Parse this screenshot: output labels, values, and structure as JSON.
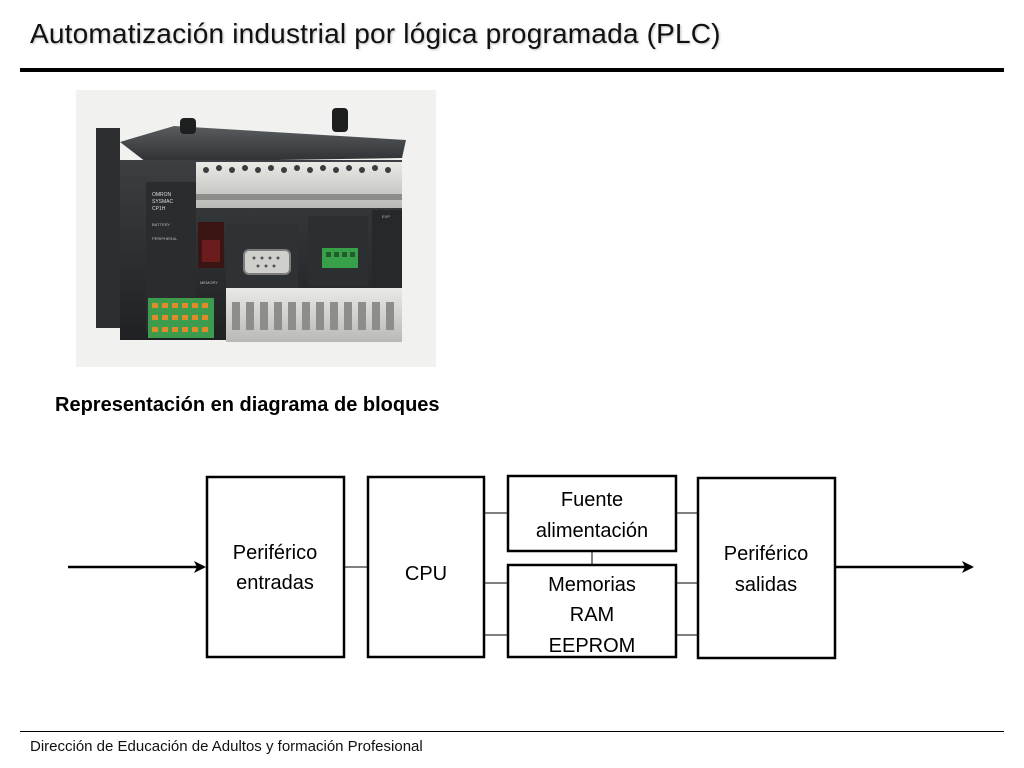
{
  "slide": {
    "title": "Automatización industrial por lógica programada (PLC)",
    "section_heading": "Representación en diagrama de bloques",
    "footer": "Dirección de Educación de Adultos y formación Profesional"
  },
  "plc_image": {
    "brand_lines": [
      "OMRON",
      "SYSMAC",
      "CP1H"
    ],
    "panel_labels": [
      "BATTERY",
      "PERIPHERAL",
      "MEMORY",
      "EXP"
    ]
  },
  "diagram": {
    "blocks": {
      "input_peripheral": [
        "Periférico",
        "entradas"
      ],
      "cpu": [
        "CPU"
      ],
      "power_supply": [
        "Fuente",
        "alimentación"
      ],
      "memories": [
        "Memorias",
        "RAM",
        "EEPROM"
      ],
      "output_peripheral": [
        "Periférico",
        "salidas"
      ]
    }
  }
}
